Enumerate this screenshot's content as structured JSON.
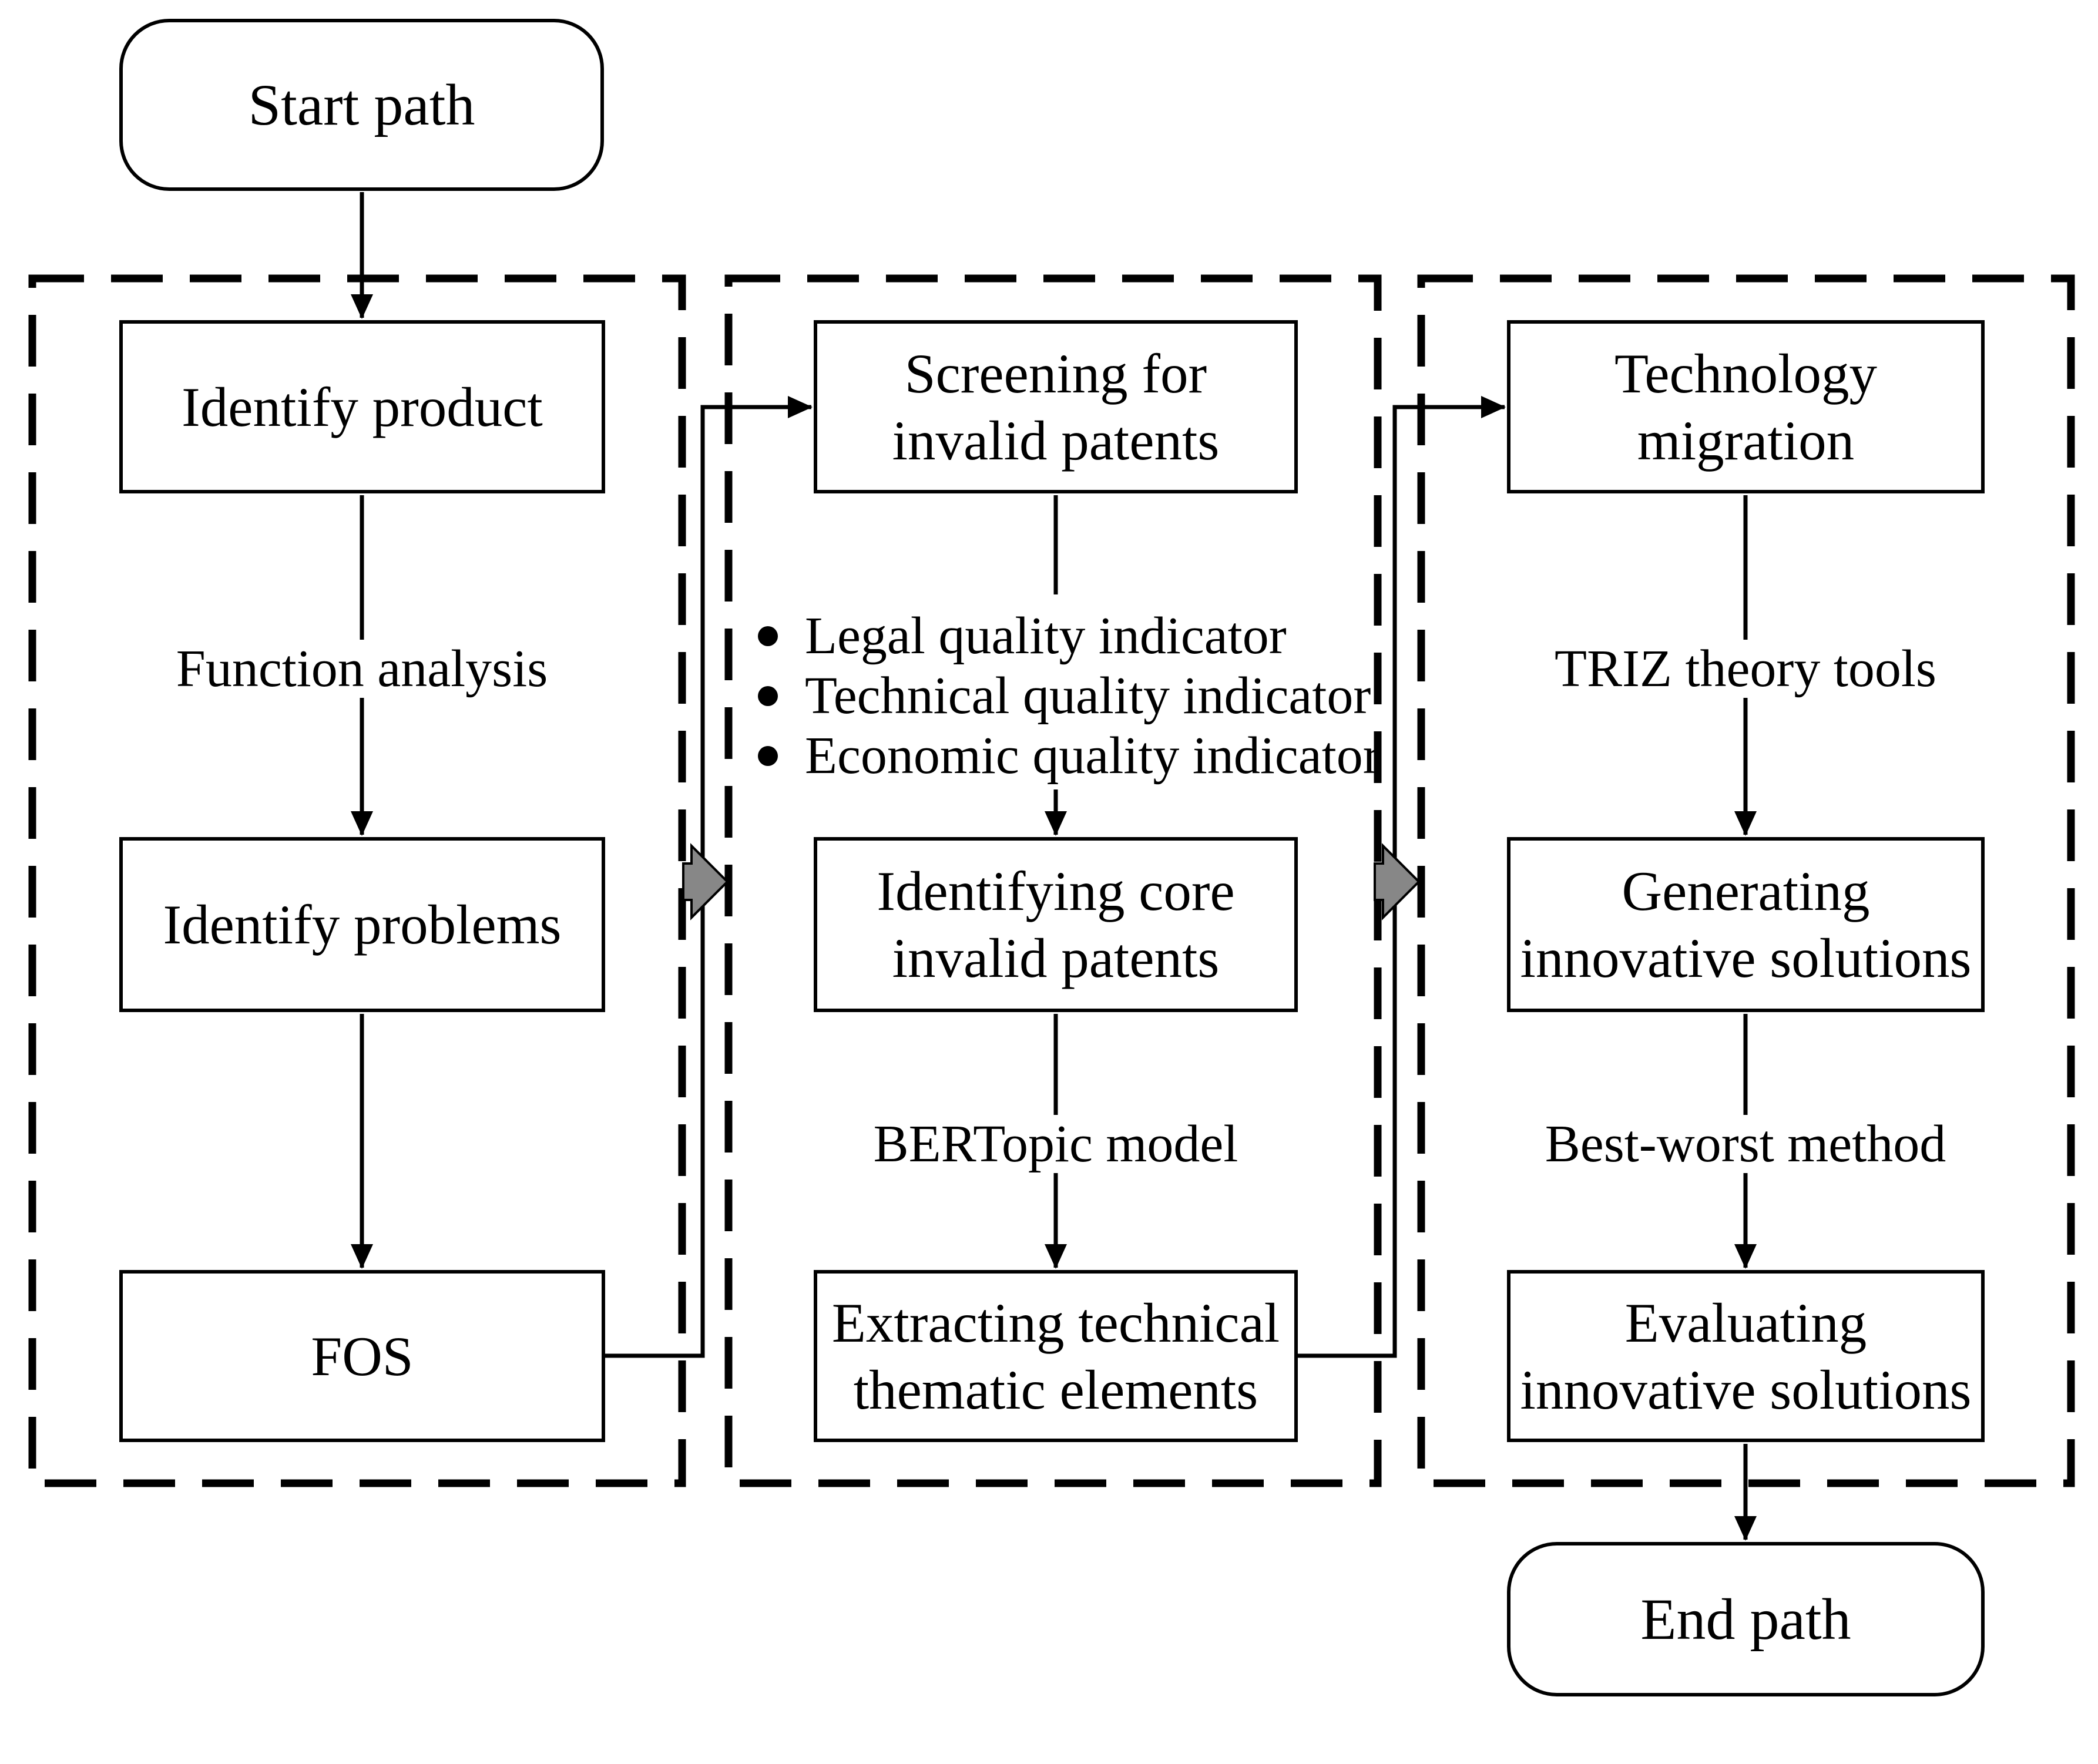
{
  "diagram": {
    "nodes": {
      "start": "Start path",
      "identify_product": "Identify product",
      "identify_problems": "Identify problems",
      "fos": "FOS",
      "screening": "Screening for\ninvalid patents",
      "identifying_core": "Identifying core\ninvalid patents",
      "extracting": "Extracting technical\nthematic elements",
      "technology_migration": "Technology\nmigration",
      "generating": "Generating\ninnovative solutions",
      "evaluating": "Evaluating\ninnovative solutions",
      "end": "End path"
    },
    "edge_labels": {
      "function_analysis": "Function analysis",
      "bertopic": "BERTopic model",
      "triz": "TRIZ theory tools",
      "best_worst": "Best-worst method"
    },
    "bullets": [
      "Legal quality indicator",
      "Technical quality indicator",
      "Economic quality indicator"
    ],
    "colors": {
      "line": "#000000",
      "background": "#ffffff",
      "phase_arrow_fill": "#878787",
      "phase_arrow_stroke": "#000000"
    }
  }
}
